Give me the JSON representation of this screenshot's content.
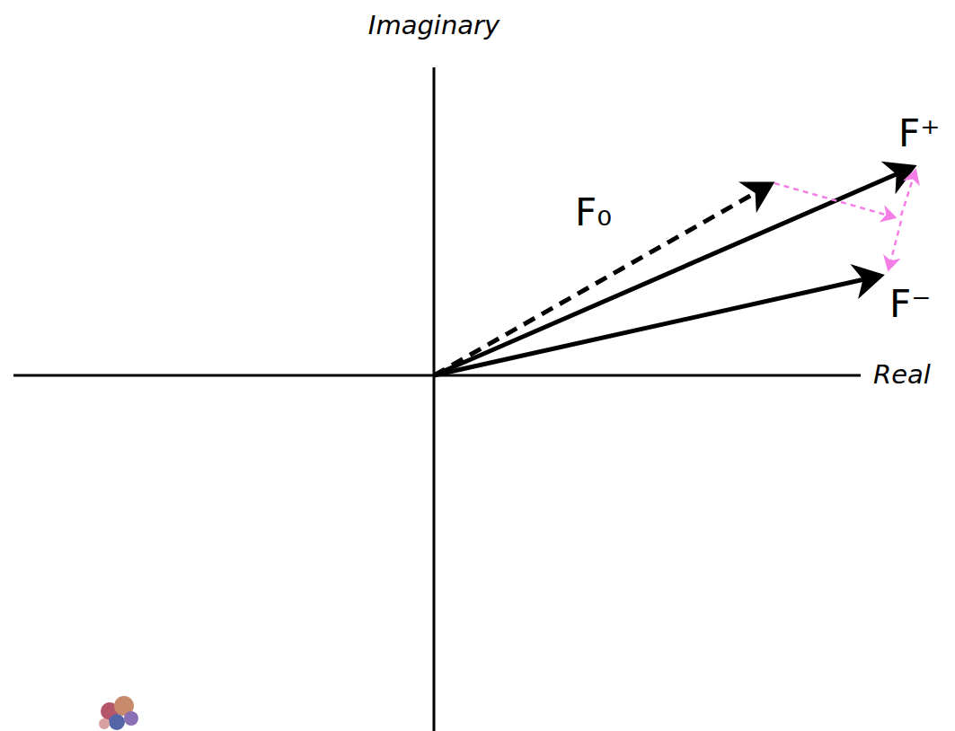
{
  "diagram": {
    "labels": [
      "Imaginary",
      "F₀",
      "F⁺",
      "F⁻",
      "Real"
    ]
  }
}
